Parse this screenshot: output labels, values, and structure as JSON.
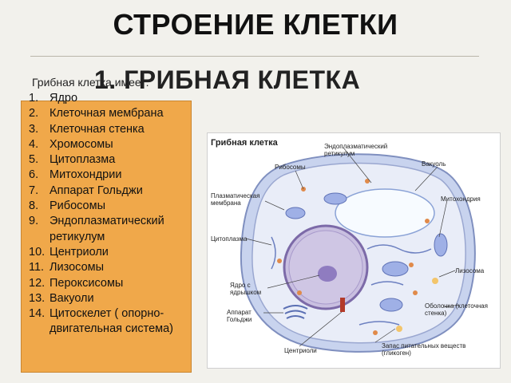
{
  "title": "СТРОЕНИЕ КЛЕТКИ",
  "subtitle": "1. ГРИБНАЯ КЛЕТКА",
  "intro": "Грибная клетка имеет:",
  "list": [
    {
      "num": "1.",
      "text": "Ядро"
    },
    {
      "num": "2.",
      "text": "Клеточная мембрана"
    },
    {
      "num": "3.",
      "text": "Клеточная стенка"
    },
    {
      "num": "4.",
      "text": "Хромосомы"
    },
    {
      "num": "5.",
      "text": "Цитоплазма"
    },
    {
      "num": "6.",
      "text": "Митохондрии"
    },
    {
      "num": "7.",
      "text": "Аппарат Гольджи"
    },
    {
      "num": "8.",
      "text": "Рибосомы"
    },
    {
      "num": "9.",
      "text": "Эндоплазматический ретикулум"
    },
    {
      "num": "10.",
      "text": "Центриоли"
    },
    {
      "num": "11.",
      "text": "Лизосомы"
    },
    {
      "num": "12.",
      "text": "Пероксисомы"
    },
    {
      "num": "13.",
      "text": "Вакуоли"
    },
    {
      "num": "14.",
      "text": "Цитоскелет ( опорно-двигательная система)"
    }
  ],
  "figure": {
    "title": "Грибная клетка",
    "labels": {
      "er": "Эндоплазматический ретикулум",
      "ribosomes": "Рибосомы",
      "vacuole": "Вакуоль",
      "plasma_membrane": "Плазматическая мембрана",
      "mitochondria": "Митохондрия",
      "cytoplasm": "Цитоплазма",
      "lysosome": "Лизосома",
      "nucleus": "Ядро с ядрышком",
      "golgi": "Аппарат Гольджи",
      "wall": "Оболочка (клеточная стенка)",
      "centrioles": "Центриоли",
      "storage": "Запас питательных веществ (гликоген)"
    }
  },
  "colors": {
    "background": "#f2f1ec",
    "list_box": "#f0a84a",
    "cell_wall": "#c8d3ee",
    "cytoplasm": "#e9edf8",
    "nucleus": "#c9bfe0",
    "nucleolus": "#8f7cc0"
  }
}
